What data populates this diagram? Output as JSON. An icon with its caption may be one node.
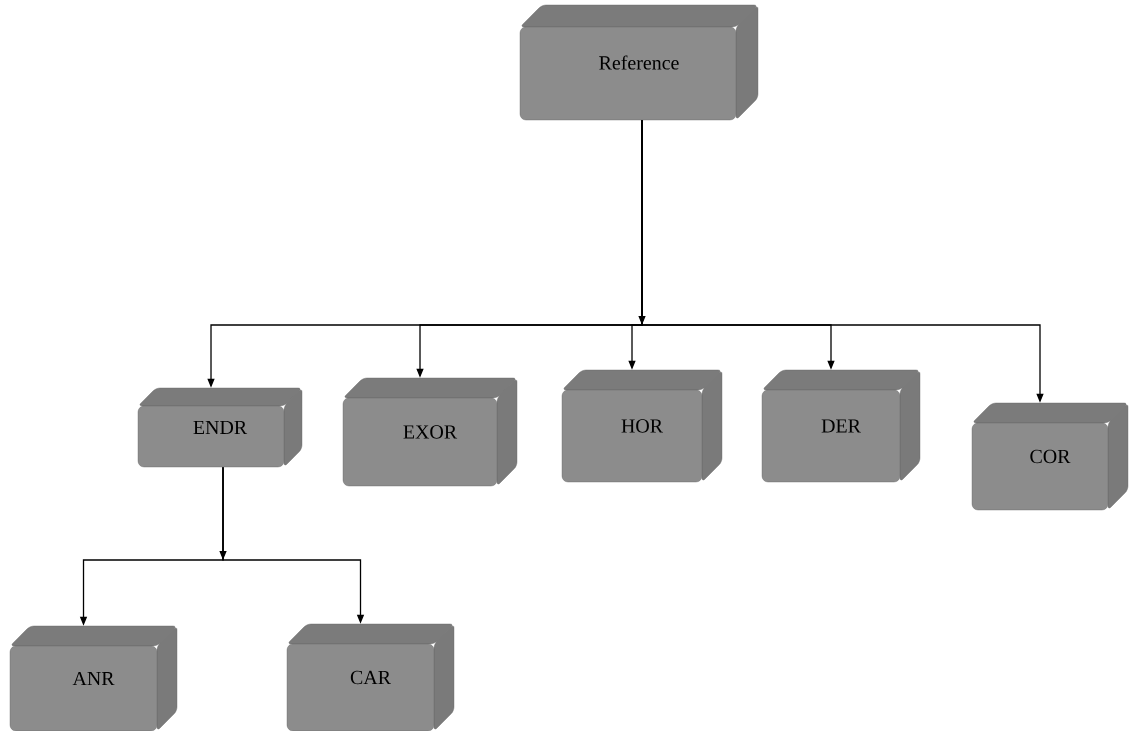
{
  "diagram": {
    "nodes": [
      {
        "text": [
          "Reference"
        ]
      },
      {
        "text": [
          "ENDR"
        ]
      },
      {
        "text": [
          "EXOR"
        ]
      },
      {
        "text": [
          "HOR"
        ]
      },
      {
        "text": [
          "DER"
        ]
      },
      {
        "text": [
          "COR"
        ]
      },
      {
        "text": [
          "ANR"
        ]
      },
      {
        "text": [
          "CAR"
        ]
      }
    ],
    "edges": [
      {
        "from": 0,
        "to": 1,
        "arrow": "to"
      },
      {
        "from": 0,
        "to": 2,
        "arrow": "to"
      },
      {
        "from": 0,
        "to": 3,
        "arrow": "to"
      },
      {
        "from": 0,
        "to": 4,
        "arrow": "to"
      },
      {
        "from": 0,
        "to": 5,
        "arrow": "to"
      },
      {
        "from": 1,
        "to": 6,
        "arrow": "to"
      },
      {
        "from": 1,
        "to": 7,
        "arrow": "to"
      }
    ]
  }
}
